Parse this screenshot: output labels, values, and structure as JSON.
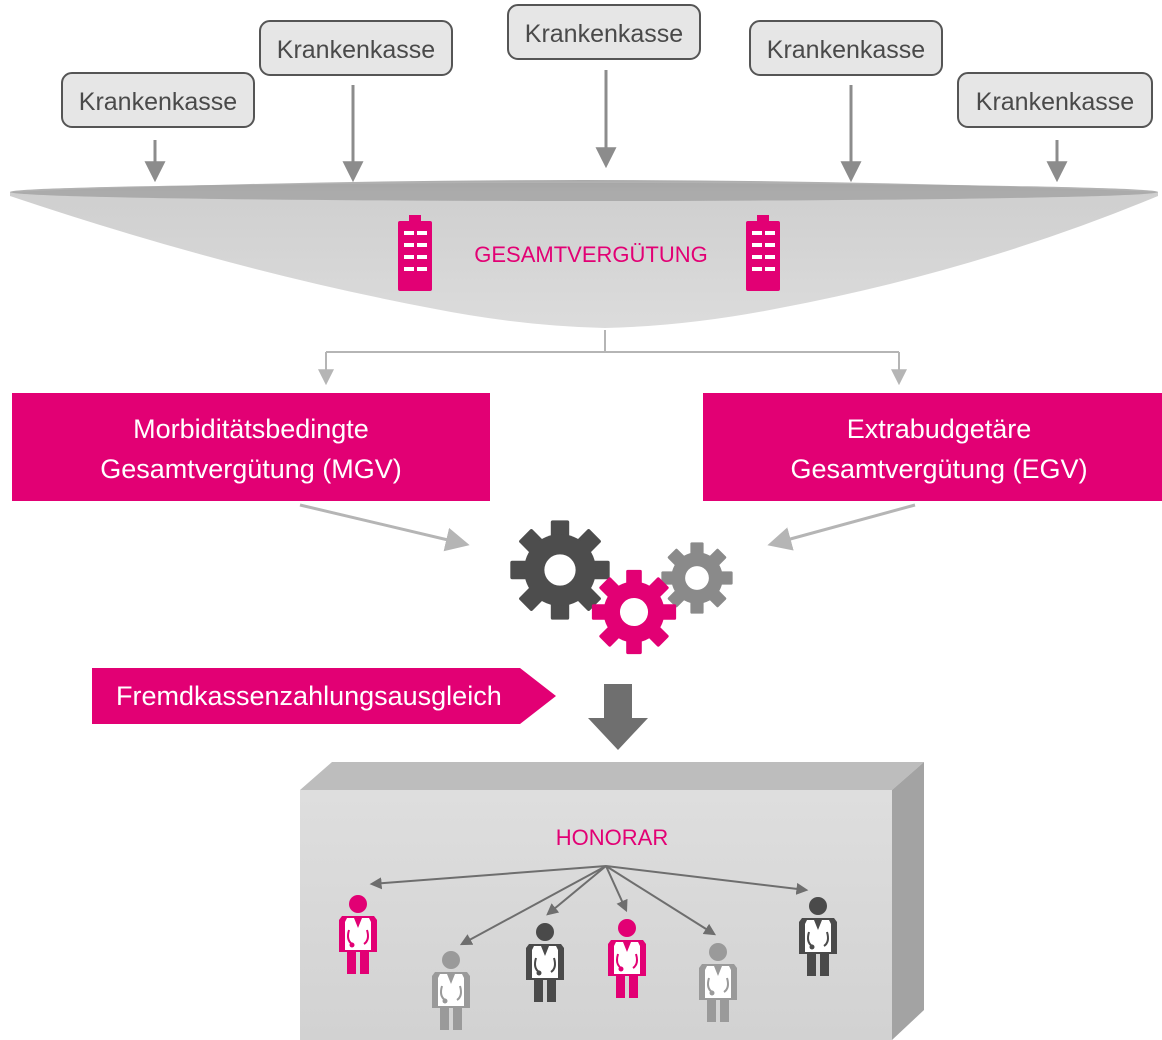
{
  "diagram": {
    "insurers": [
      {
        "label": "Krankenkasse"
      },
      {
        "label": "Krankenkasse"
      },
      {
        "label": "Krankenkasse"
      },
      {
        "label": "Krankenkasse"
      },
      {
        "label": "Krankenkasse"
      }
    ],
    "pool_label": "GESAMTVERGÜTUNG",
    "mgv": {
      "line1": "Morbiditätsbedingte",
      "line2": "Gesamtvergütung (MGV)"
    },
    "egv": {
      "line1": "Extrabudgetäre",
      "line2": "Gesamtvergütung (EGV)"
    },
    "compensation_label": "Fremdkassenzahlungsausgleich",
    "honorar_label": "HONORAR",
    "colors": {
      "brand_magenta": "#e20074",
      "box_fill": "#e8e8e8",
      "pool_fill": "#d6d6d6",
      "gear_dark": "#4d4d4d",
      "gear_light": "#8a8a8a",
      "doctor_dark": "#4a4a4a",
      "doctor_light": "#9a9a9a"
    },
    "icons": {
      "pool_markers": [
        "file-cabinet-icon",
        "file-cabinet-icon"
      ],
      "process": [
        "gear-icon",
        "gear-icon",
        "gear-icon"
      ],
      "recipients": [
        "doctor-icon",
        "doctor-icon",
        "doctor-icon",
        "doctor-icon",
        "doctor-icon",
        "doctor-icon"
      ]
    }
  }
}
